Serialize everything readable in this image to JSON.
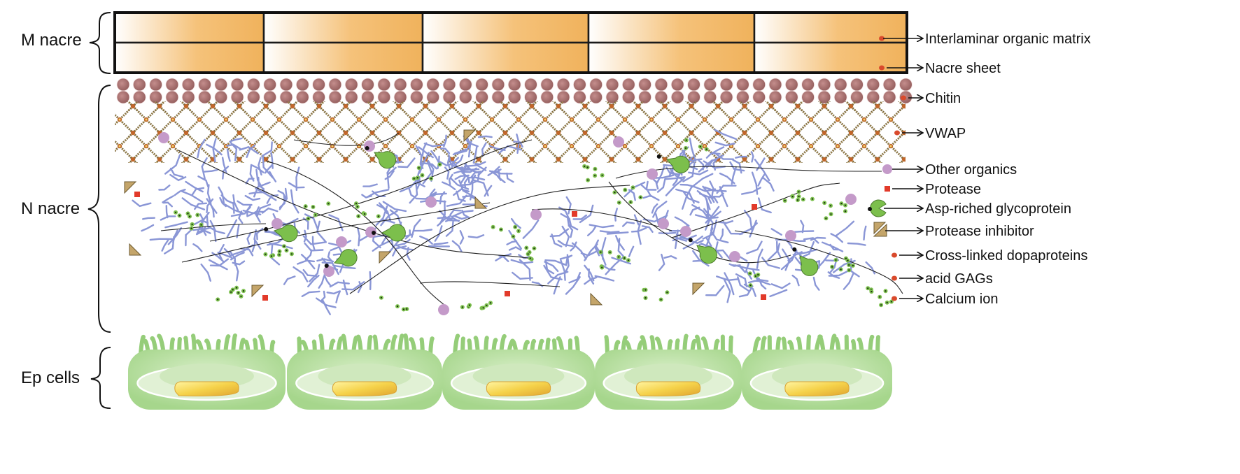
{
  "regions": [
    {
      "id": "m-nacre",
      "label": "M nacre"
    },
    {
      "id": "n-nacre",
      "label": "N nacre"
    },
    {
      "id": "ep-cells",
      "label": "Ep cells"
    }
  ],
  "nacre_layer": {
    "columns": 5,
    "rows": 2
  },
  "legend": [
    {
      "id": "interlaminar-organic-matrix",
      "label": "Interlaminar organic matrix",
      "icon": "red-dot-icon"
    },
    {
      "id": "nacre-sheet",
      "label": "Nacre sheet",
      "icon": "red-dot-icon"
    },
    {
      "id": "chitin",
      "label": "Chitin",
      "icon": "red-dot-icon"
    },
    {
      "id": "vwap",
      "label": "VWAP",
      "icon": "red-dot-icon"
    },
    {
      "id": "other-organics",
      "label": "Other organics",
      "icon": "purple-circle-icon"
    },
    {
      "id": "protease",
      "label": "Protease",
      "icon": "red-square-icon"
    },
    {
      "id": "asp-riched-glycoprotein",
      "label": "Asp-riched glycoprotein",
      "icon": "green-pacman-icon"
    },
    {
      "id": "protease-inhibitor",
      "label": "Protease inhibitor",
      "icon": "tan-triangle-icon"
    },
    {
      "id": "cross-linked-dopaproteins",
      "label": "Cross-linked dopaproteins",
      "icon": "red-dot-icon"
    },
    {
      "id": "acid-gags",
      "label": "acid GAGs",
      "icon": "red-dot-icon"
    },
    {
      "id": "calcium-ion",
      "label": "Calcium ion",
      "icon": "red-dot-icon"
    }
  ],
  "colors": {
    "nacre_orange": "#f0b25c",
    "chitin": "#a8706f",
    "vwap_mesh": "#6b5a3a",
    "blue_network": "#8a96d6",
    "organics_purple": "#c49ac9",
    "protease_red": "#e23a2a",
    "glycoprotein_green": "#7cbf4c",
    "inhibitor_tan": "#c4a56a",
    "cell_green": "#a6d68c",
    "nucleus_yellow": "#f5d24a",
    "pointer_red": "#d94a2c"
  }
}
